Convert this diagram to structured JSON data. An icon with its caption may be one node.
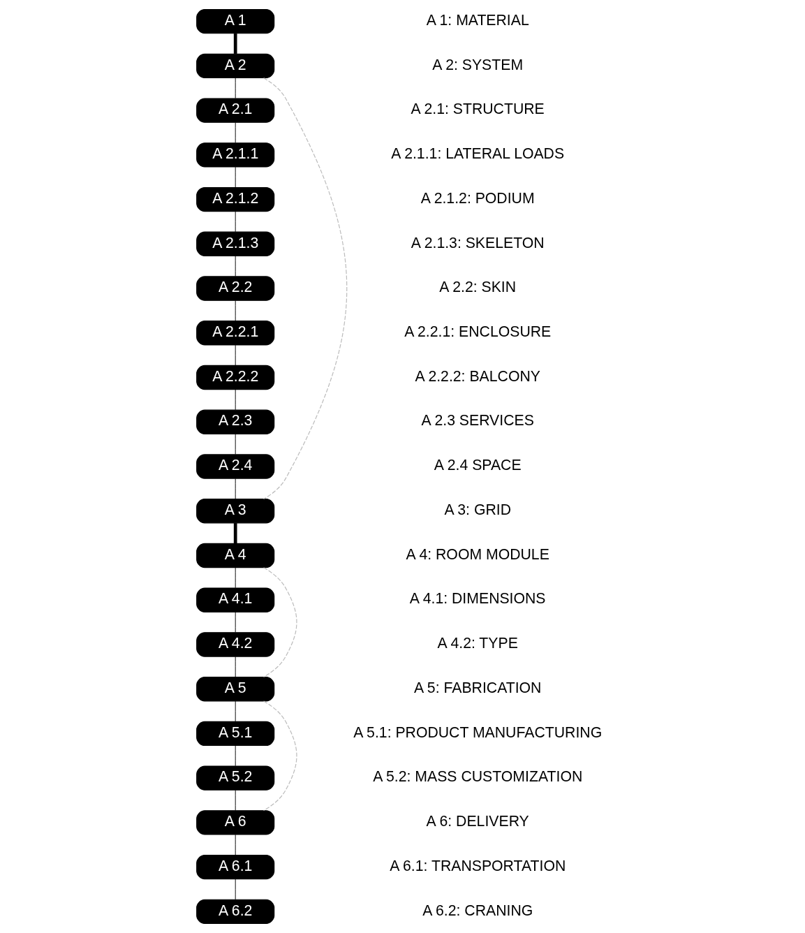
{
  "diagram": {
    "nodes": [
      {
        "text": [
          "A 1"
        ]
      },
      {
        "text": [
          "A 2"
        ]
      },
      {
        "text": [
          "A 2.1"
        ]
      },
      {
        "text": [
          "A 2.1.1"
        ]
      },
      {
        "text": [
          "A 2.1.2"
        ]
      },
      {
        "text": [
          "A 2.1.3"
        ]
      },
      {
        "text": [
          "A 2.2"
        ]
      },
      {
        "text": [
          "A 2.2.1"
        ]
      },
      {
        "text": [
          "A 2.2.2"
        ]
      },
      {
        "text": [
          "A 2.3"
        ]
      },
      {
        "text": [
          "A 2.4"
        ]
      },
      {
        "text": [
          "A 3"
        ]
      },
      {
        "text": [
          "A 4"
        ]
      },
      {
        "text": [
          "A 4.1"
        ]
      },
      {
        "text": [
          "A 4.2"
        ]
      },
      {
        "text": [
          "A 5"
        ]
      },
      {
        "text": [
          "A 5.1"
        ]
      },
      {
        "text": [
          "A 5.2"
        ]
      },
      {
        "text": [
          "A 6"
        ]
      },
      {
        "text": [
          "A 6.1"
        ]
      },
      {
        "text": [
          "A 6.2"
        ]
      }
    ],
    "edges": [
      {
        "from": 0,
        "to": 1,
        "arrow": "none",
        "style": "thick"
      },
      {
        "from": 1,
        "to": 2,
        "arrow": "none"
      },
      {
        "from": 2,
        "to": 3,
        "arrow": "none"
      },
      {
        "from": 3,
        "to": 4,
        "arrow": "none"
      },
      {
        "from": 4,
        "to": 5,
        "arrow": "none"
      },
      {
        "from": 5,
        "to": 6,
        "arrow": "none"
      },
      {
        "from": 6,
        "to": 7,
        "arrow": "none"
      },
      {
        "from": 7,
        "to": 8,
        "arrow": "none"
      },
      {
        "from": 8,
        "to": 9,
        "arrow": "none"
      },
      {
        "from": 9,
        "to": 10,
        "arrow": "none"
      },
      {
        "from": 10,
        "to": 11,
        "arrow": "none"
      },
      {
        "from": 11,
        "to": 12,
        "arrow": "none",
        "style": "thick"
      },
      {
        "from": 12,
        "to": 13,
        "arrow": "none"
      },
      {
        "from": 13,
        "to": 14,
        "arrow": "none"
      },
      {
        "from": 14,
        "to": 15,
        "arrow": "none"
      },
      {
        "from": 15,
        "to": 16,
        "arrow": "none"
      },
      {
        "from": 16,
        "to": 17,
        "arrow": "none"
      },
      {
        "from": 17,
        "to": 18,
        "arrow": "none"
      },
      {
        "from": 18,
        "to": 19,
        "arrow": "none"
      },
      {
        "from": 19,
        "to": 20,
        "arrow": "none"
      },
      {
        "from": 1,
        "to": 11,
        "arrow": "none",
        "style": "dashed",
        "color": "#bbbbbb"
      },
      {
        "from": 12,
        "to": 15,
        "arrow": "none",
        "style": "dashed",
        "color": "#bbbbbb"
      },
      {
        "from": 15,
        "to": 18,
        "arrow": "none",
        "style": "dashed",
        "color": "#bbbbbb"
      }
    ],
    "labels": [
      "A 1: MATERIAL",
      "A 2: SYSTEM",
      "A 2.1: STRUCTURE",
      "A 2.1.1: LATERAL LOADS",
      "A 2.1.2: PODIUM",
      "A 2.1.3: SKELETON",
      "A 2.2: SKIN",
      "A 2.2.1: ENCLOSURE",
      "A 2.2.2: BALCONY",
      "A 2.3 SERVICES",
      "A 2.4 SPACE",
      "A 3: GRID",
      "A 4: ROOM MODULE",
      "A 4.1: DIMENSIONS",
      "A 4.2: TYPE",
      "A 5: FABRICATION",
      "A 5.1: PRODUCT MANUFACTURING",
      "A 5.2: MASS CUSTOMIZATION",
      "A 6: DELIVERY",
      "A 6.1: TRANSPORTATION",
      "A 6.2: CRANING"
    ]
  }
}
